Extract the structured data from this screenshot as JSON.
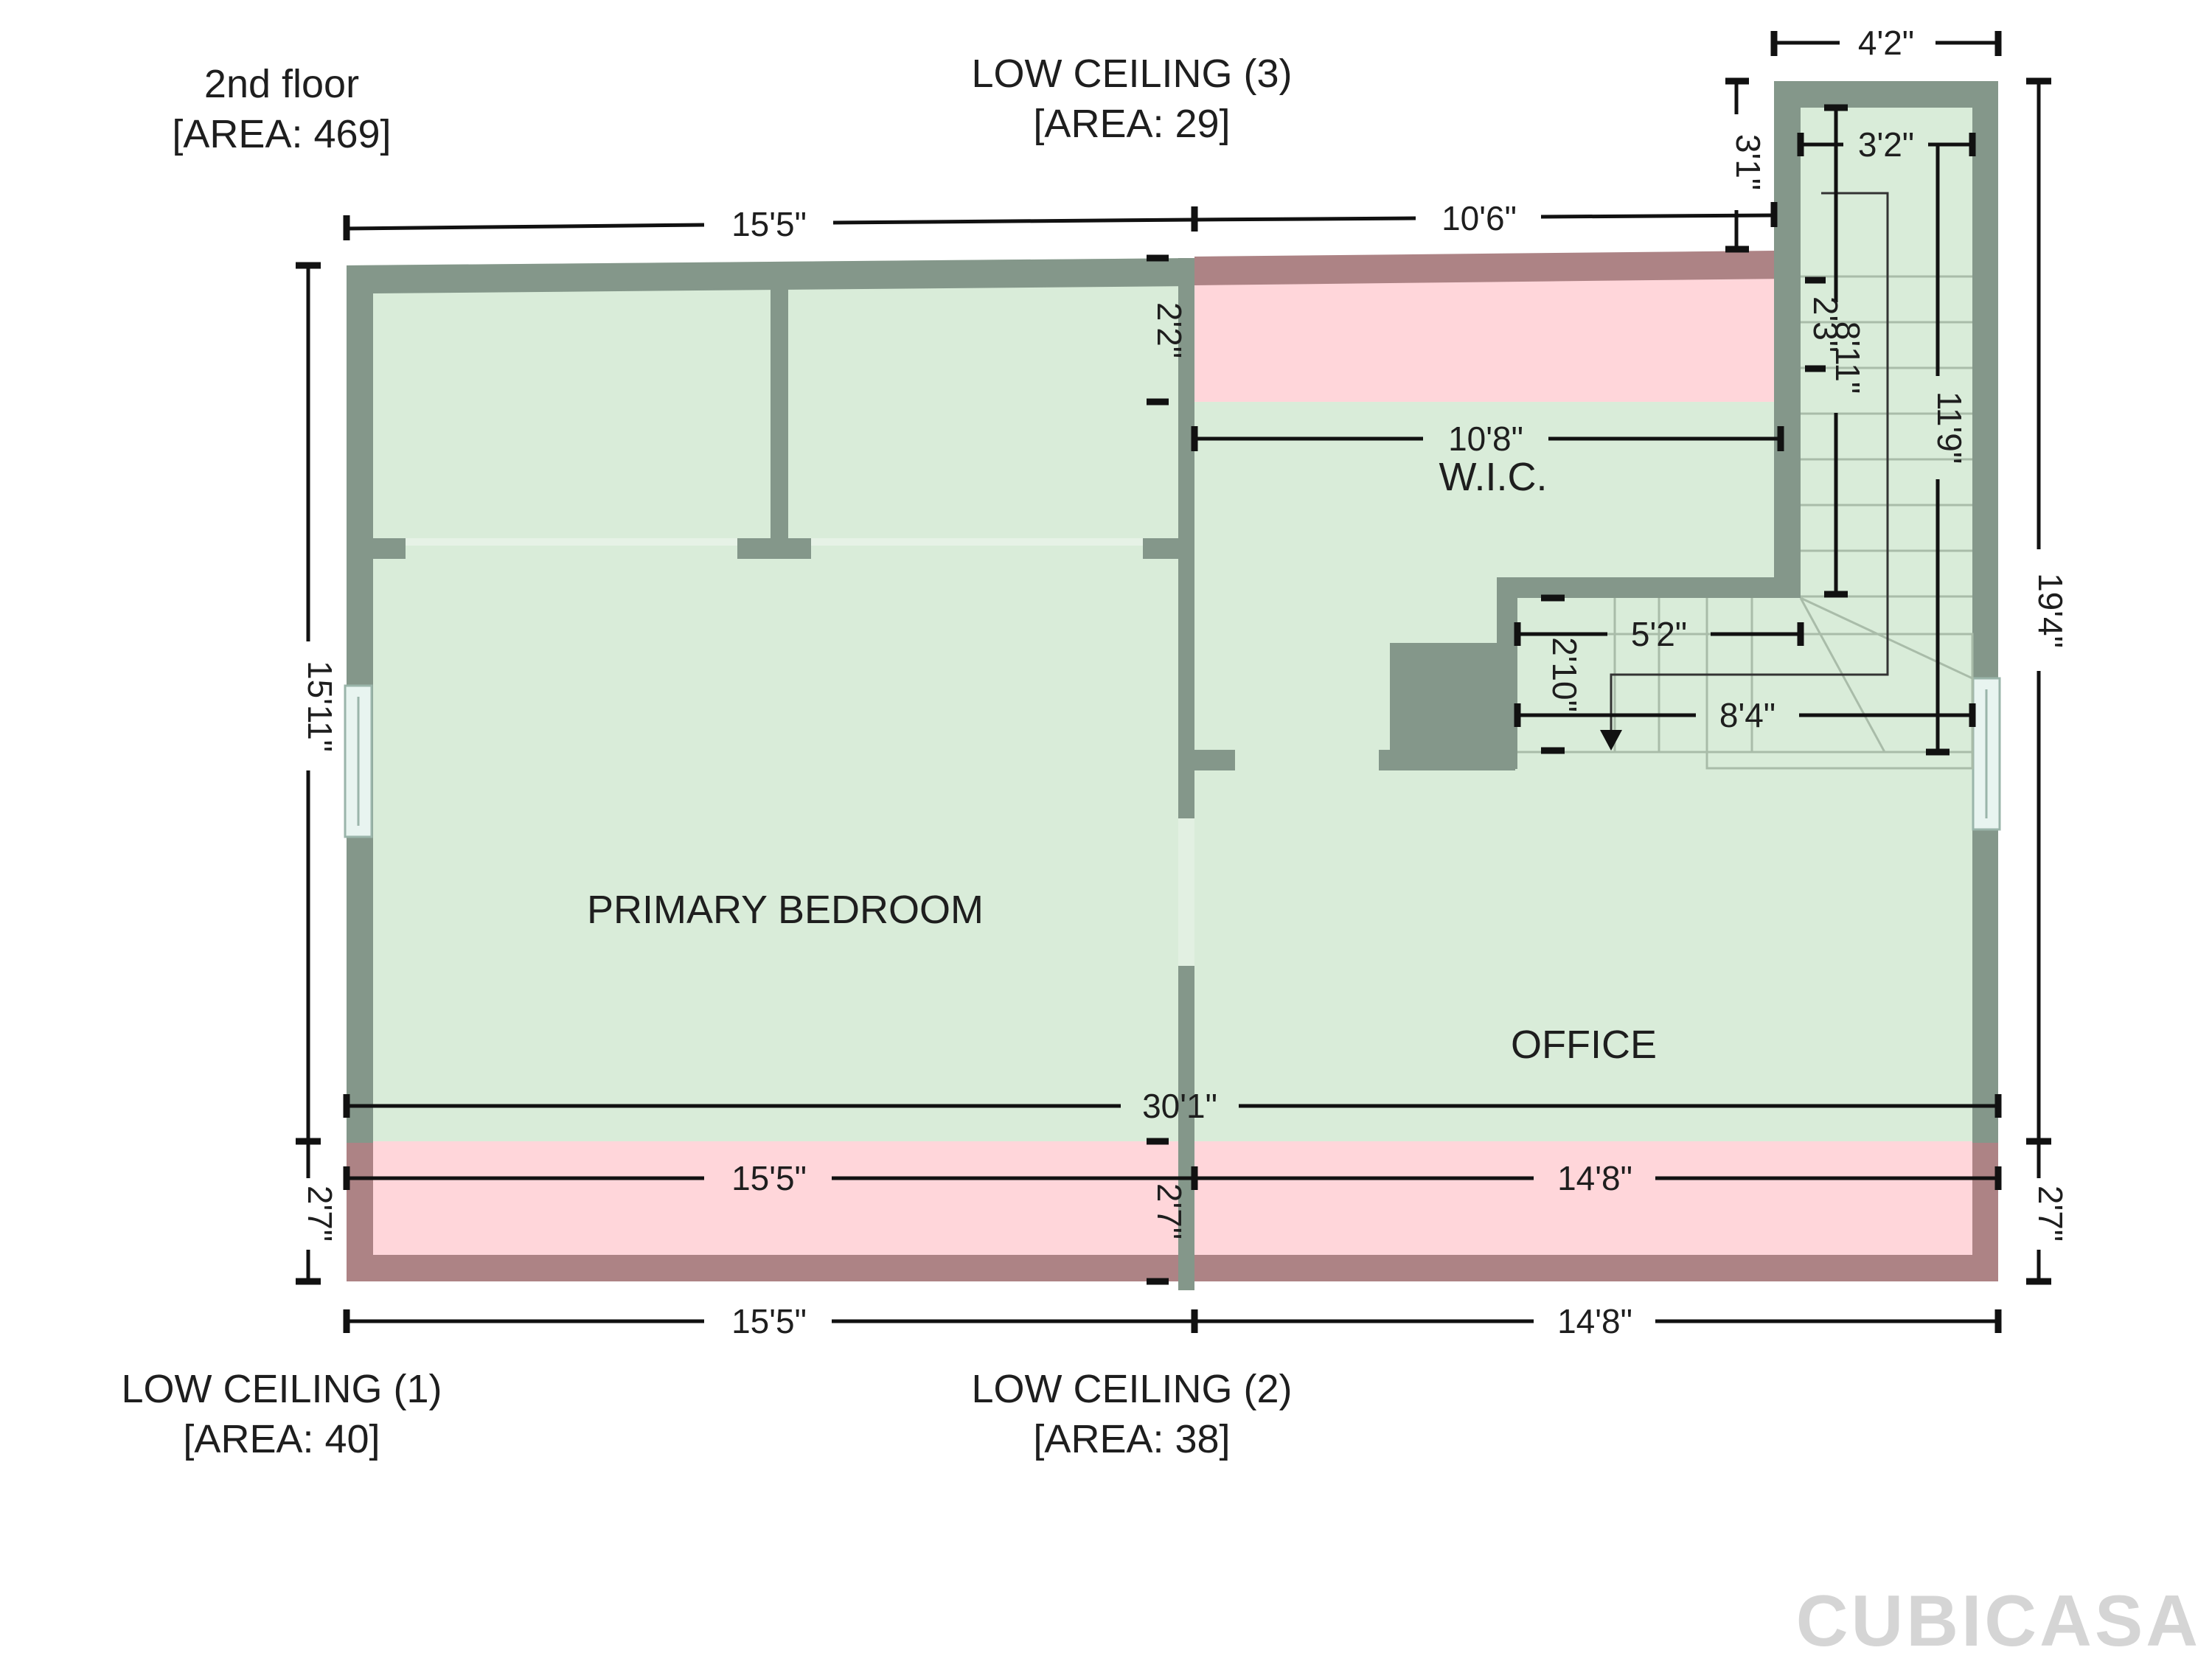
{
  "floor": {
    "name": "2nd floor",
    "area": "[AREA: 469]"
  },
  "zones": {
    "lc1": {
      "name": "LOW CEILING (1)",
      "area": "[AREA: 40]"
    },
    "lc2": {
      "name": "LOW CEILING (2)",
      "area": "[AREA: 38]"
    },
    "lc3": {
      "name": "LOW CEILING (3)",
      "area": "[AREA: 29]"
    }
  },
  "rooms": {
    "bedroom": "PRIMARY BEDROOM",
    "wic": "W.I.C.",
    "office": "OFFICE"
  },
  "dimensions": {
    "top_left": "15'5\"",
    "top_right": "10'6\"",
    "stair_width": "4'2\"",
    "stair_inner": "3'2\"",
    "stair_offset": "3'1\"",
    "stair_length": "8'11\"",
    "stair_small": "2'3\"",
    "stair_run": "11'9\"",
    "right_height": "19'4\"",
    "left_height": "15'11\"",
    "lc3_depth": "2'2\"",
    "wic_width": "10'8\"",
    "landing_width": "5'2\"",
    "landing_depth": "2'10\"",
    "landing_run": "8'4\"",
    "overall_width": "30'1\"",
    "lc_left_width": "15'5\"",
    "lc_right_width": "14'8\"",
    "lc_center_depth": "2'7\"",
    "lc_left_depth": "2'7\"",
    "lc_right_depth": "2'7\"",
    "bottom_left": "15'5\"",
    "bottom_right": "14'8\""
  },
  "brand": "CUBICASA",
  "colors": {
    "room_fill": "#d9ecd9",
    "wall": "#84978a",
    "low_ceiling_fill": "#ffd6da",
    "low_ceiling_wall": "#ad8385",
    "brand": "#d5d5d5"
  }
}
